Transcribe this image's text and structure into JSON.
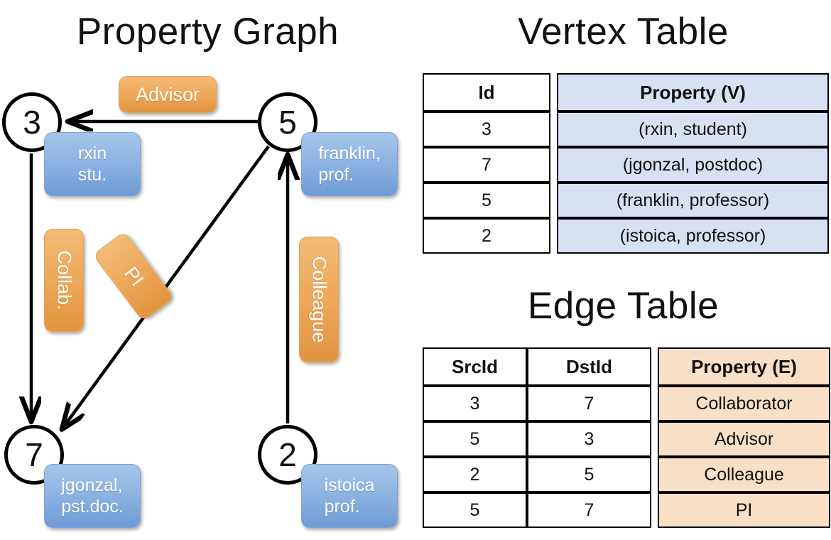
{
  "titles": {
    "property_graph": "Property Graph",
    "vertex_table": "Vertex Table",
    "edge_table": "Edge Table"
  },
  "colors": {
    "vertex_property_fill": "#d7e1f1",
    "edge_property_fill": "#f8dfc5",
    "vertex_box_blue": "#8eb4e3",
    "edge_label_orange": "#eeaa5c",
    "stroke": "#000000",
    "background": "#ffffff"
  },
  "graph": {
    "vertices": [
      {
        "id": "3",
        "label": "rxin\nstu."
      },
      {
        "id": "5",
        "label": "franklin,\nprof."
      },
      {
        "id": "7",
        "label": "jgonzal,\npst.doc."
      },
      {
        "id": "2",
        "label": "istoica\nprof."
      }
    ],
    "edge_labels": [
      {
        "name": "advisor",
        "text": "Advisor"
      },
      {
        "name": "collab",
        "text": "Collab."
      },
      {
        "name": "pi",
        "text": "PI"
      },
      {
        "name": "colleague",
        "text": "Colleague"
      }
    ]
  },
  "vertex_table": {
    "headers": [
      "Id",
      "Property (V)"
    ],
    "rows": [
      {
        "id": "3",
        "property": "(rxin, student)"
      },
      {
        "id": "7",
        "property": "(jgonzal, postdoc)"
      },
      {
        "id": "5",
        "property": "(franklin, professor)"
      },
      {
        "id": "2",
        "property": "(istoica, professor)"
      }
    ]
  },
  "edge_table": {
    "headers": [
      "SrcId",
      "DstId",
      "Property (E)"
    ],
    "rows": [
      {
        "src": "3",
        "dst": "7",
        "property": "Collaborator"
      },
      {
        "src": "5",
        "dst": "3",
        "property": "Advisor"
      },
      {
        "src": "2",
        "dst": "5",
        "property": "Colleague"
      },
      {
        "src": "5",
        "dst": "7",
        "property": "PI"
      }
    ]
  }
}
